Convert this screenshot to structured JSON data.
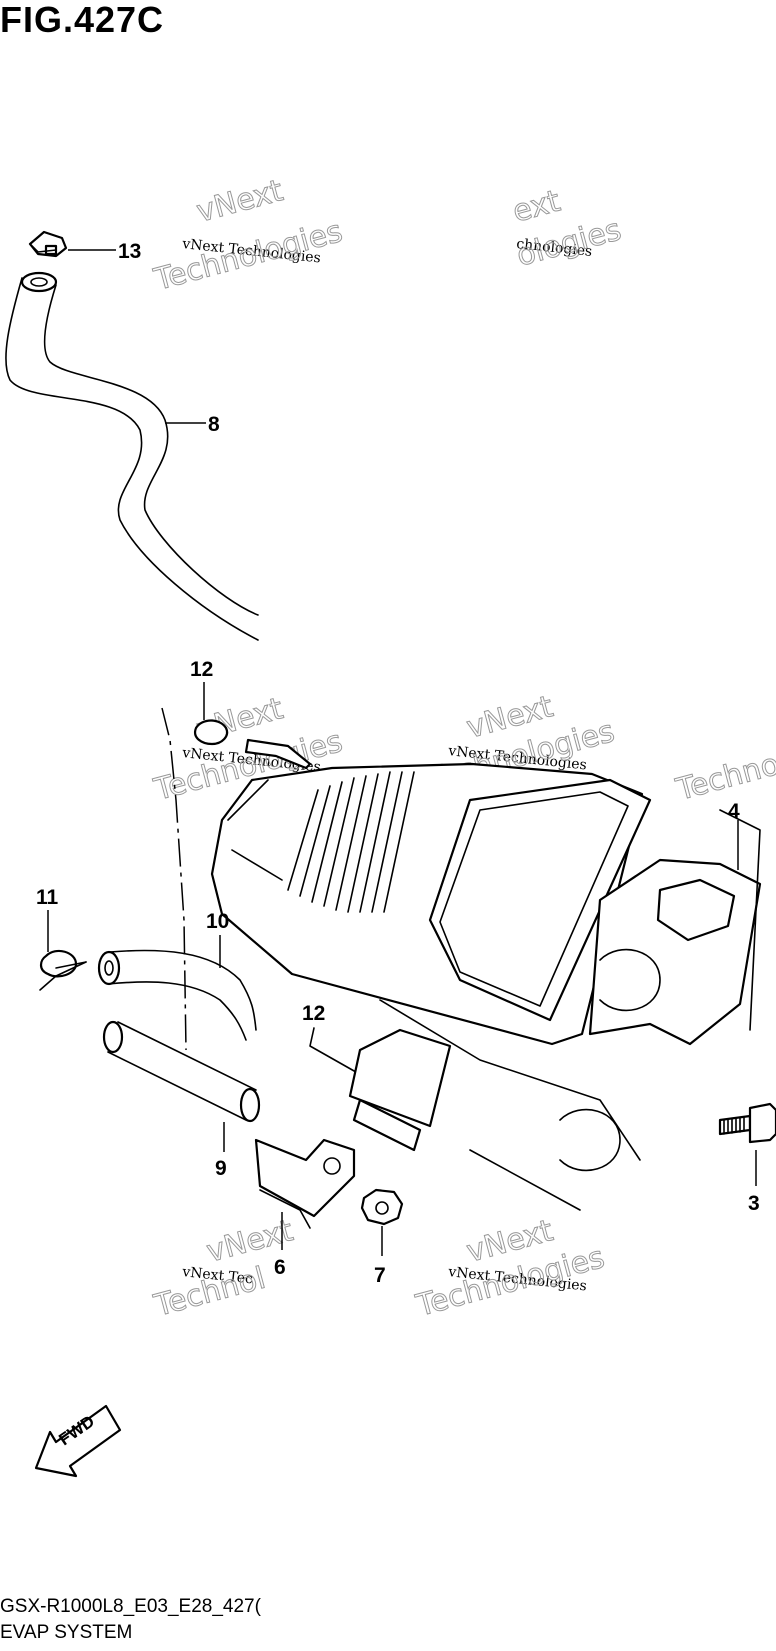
{
  "figure": {
    "title": "FIG.427C",
    "model_code": "GSX-R1000L8_E03_E28_427(",
    "section_name": "EVAP SYSTEM"
  },
  "callouts": [
    {
      "id": "13",
      "label": "13"
    },
    {
      "id": "8",
      "label": "8"
    },
    {
      "id": "12a",
      "label": "12"
    },
    {
      "id": "4",
      "label": "4"
    },
    {
      "id": "11",
      "label": "11"
    },
    {
      "id": "10",
      "label": "10"
    },
    {
      "id": "12b",
      "label": "12"
    },
    {
      "id": "9",
      "label": "9"
    },
    {
      "id": "6",
      "label": "6"
    },
    {
      "id": "7",
      "label": "7"
    },
    {
      "id": "3",
      "label": "3"
    }
  ],
  "watermark": {
    "line1": "vNext Technologies",
    "line2": "Technologies",
    "line3": "vNext",
    "fragment_a": "chnologies",
    "fragment_b": "Techno",
    "fragment_c": "vNext Tec",
    "fragment_d": "ext",
    "fragment_e": "ologies",
    "fragment_f": "Technol"
  },
  "fwd_label": "FWD",
  "colors": {
    "line": "#000000",
    "background": "#ffffff",
    "watermark": "#999999"
  }
}
